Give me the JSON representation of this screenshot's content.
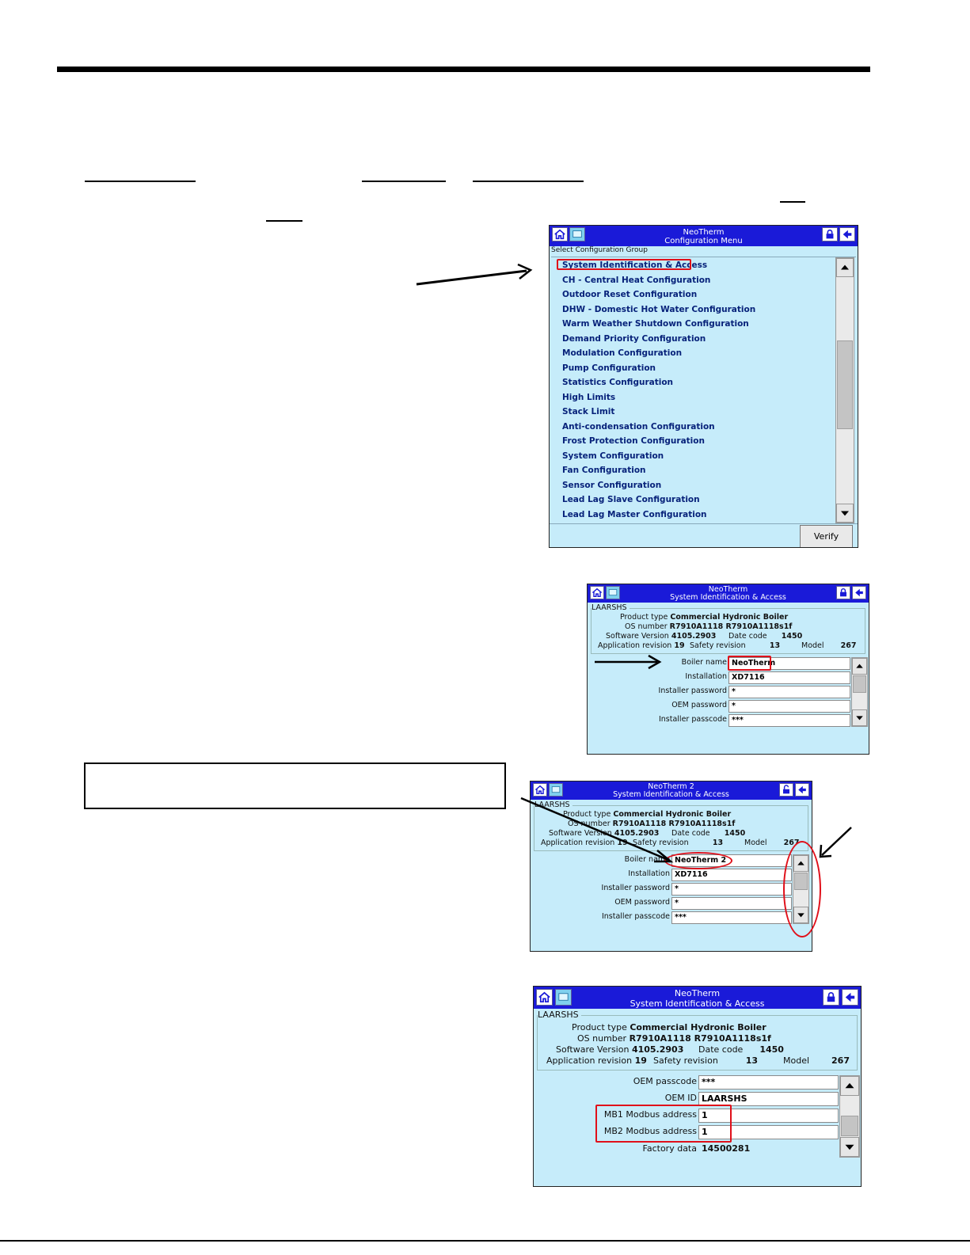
{
  "screen1": {
    "title_line1": "NeoTherm",
    "title_line2": "Configuration Menu",
    "subheader": "Select Configuration Group",
    "items": [
      "System Identification & Access",
      "CH - Central Heat Configuration",
      "Outdoor Reset Configuration",
      "DHW - Domestic Hot Water Configuration",
      "Warm Weather Shutdown Configuration",
      "Demand Priority Configuration",
      "Modulation Configuration",
      "Pump Configuration",
      "Statistics Configuration",
      "High Limits",
      "Stack Limit",
      "Anti-condensation Configuration",
      "Frost Protection Configuration",
      "System Configuration",
      "Fan Configuration",
      "Sensor Configuration",
      "Lead Lag Slave Configuration",
      "Lead Lag Master Configuration"
    ],
    "verify_label": "Verify"
  },
  "screen2": {
    "title_line1": "NeoTherm",
    "title_line2": "System Identification & Access",
    "group": "LAARSHS",
    "product_type_label": "Product type",
    "product_type": "Commercial Hydronic Boiler",
    "os_label": "OS number",
    "os": "R7910A1118 R7910A1118s1f",
    "sw_label": "Software Version",
    "sw": "4105.2903",
    "date_label": "Date code",
    "date": "1450",
    "app_label": "Application revision",
    "app": "19",
    "safety_label": "Safety revision",
    "safety": "13",
    "model_label": "Model",
    "model": "267",
    "fields": [
      {
        "label": "Boiler name",
        "value": "NeoTherm"
      },
      {
        "label": "Installation",
        "value": "XD7116"
      },
      {
        "label": "Installer password",
        "value": "*"
      },
      {
        "label": "OEM password",
        "value": "*"
      },
      {
        "label": "Installer passcode",
        "value": "***"
      }
    ]
  },
  "screen3": {
    "title_line1": "NeoTherm 2",
    "title_line2": "System Identification & Access",
    "group": "LAARSHS",
    "product_type_label": "Product type",
    "product_type": "Commercial Hydronic Boiler",
    "os_label": "OS number",
    "os": "R7910A1118 R7910A1118s1f",
    "sw_label": "Software Version",
    "sw": "4105.2903",
    "date_label": "Date code",
    "date": "1450",
    "app_label": "Application revision",
    "app": "19",
    "safety_label": "Safety revision",
    "safety": "13",
    "model_label": "Model",
    "model": "267",
    "fields": [
      {
        "label": "Boiler name",
        "value": "NeoTherm 2"
      },
      {
        "label": "Installation",
        "value": "XD7116"
      },
      {
        "label": "Installer password",
        "value": "*"
      },
      {
        "label": "OEM password",
        "value": "*"
      },
      {
        "label": "Installer passcode",
        "value": "***"
      }
    ]
  },
  "screen4": {
    "title_line1": "NeoTherm",
    "title_line2": "System Identification & Access",
    "group": "LAARSHS",
    "product_type_label": "Product type",
    "product_type": "Commercial Hydronic Boiler",
    "os_label": "OS number",
    "os": "R7910A1118 R7910A1118s1f",
    "sw_label": "Software Version",
    "sw": "4105.2903",
    "date_label": "Date code",
    "date": "1450",
    "app_label": "Application revision",
    "app": "19",
    "safety_label": "Safety revision",
    "safety": "13",
    "model_label": "Model",
    "model": "267",
    "fields": [
      {
        "label": "OEM passcode",
        "value": "***"
      },
      {
        "label": "OEM ID",
        "value": "LAARSHS"
      },
      {
        "label": "MB1 Modbus address",
        "value": "1"
      },
      {
        "label": "MB2 Modbus address",
        "value": "1"
      }
    ],
    "factory_label": "Factory data",
    "factory_value": "14500281"
  },
  "colors": {
    "panel_bg": "#c6ecfa",
    "titlebar": "#1a1ad8",
    "highlight": "#e0101a",
    "menu_text": "#07227a"
  },
  "icons": [
    "home-icon",
    "screen-icon",
    "lock-icon",
    "back-arrow-icon",
    "scroll-up-icon",
    "scroll-down-icon"
  ]
}
